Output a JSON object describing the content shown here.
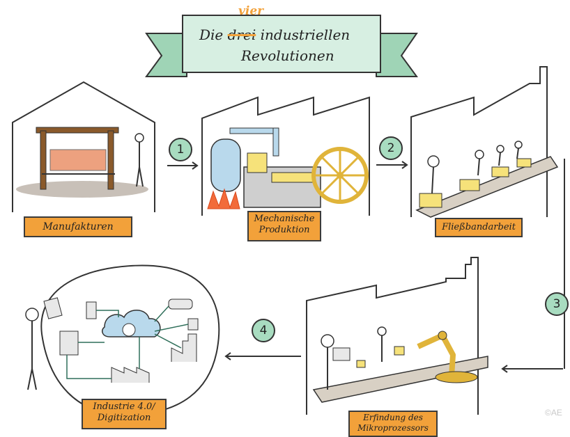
{
  "title": {
    "line1_die": "Die",
    "line1_struck": "drei",
    "line1_insert": "vier",
    "line1_rest": "industriellen",
    "line2": "Revolutionen"
  },
  "stages": [
    {
      "label": "Manufakturen"
    },
    {
      "label_line1": "Mechanische",
      "label_line2": "Produktion"
    },
    {
      "label": "Fließbandarbeit"
    },
    {
      "label_line1": "Erfindung des",
      "label_line2": "Mikroprozessors"
    },
    {
      "label_line1": "Industrie 4.0/",
      "label_line2": "Digitization"
    }
  ],
  "steps": [
    "1",
    "2",
    "3",
    "4"
  ],
  "copyright": "©AE",
  "colors": {
    "accent": "#f2a13a",
    "mint": "#a8dcc0",
    "ink": "#333333",
    "yellow": "#f6e27a",
    "ground": "#c8c0b8"
  }
}
